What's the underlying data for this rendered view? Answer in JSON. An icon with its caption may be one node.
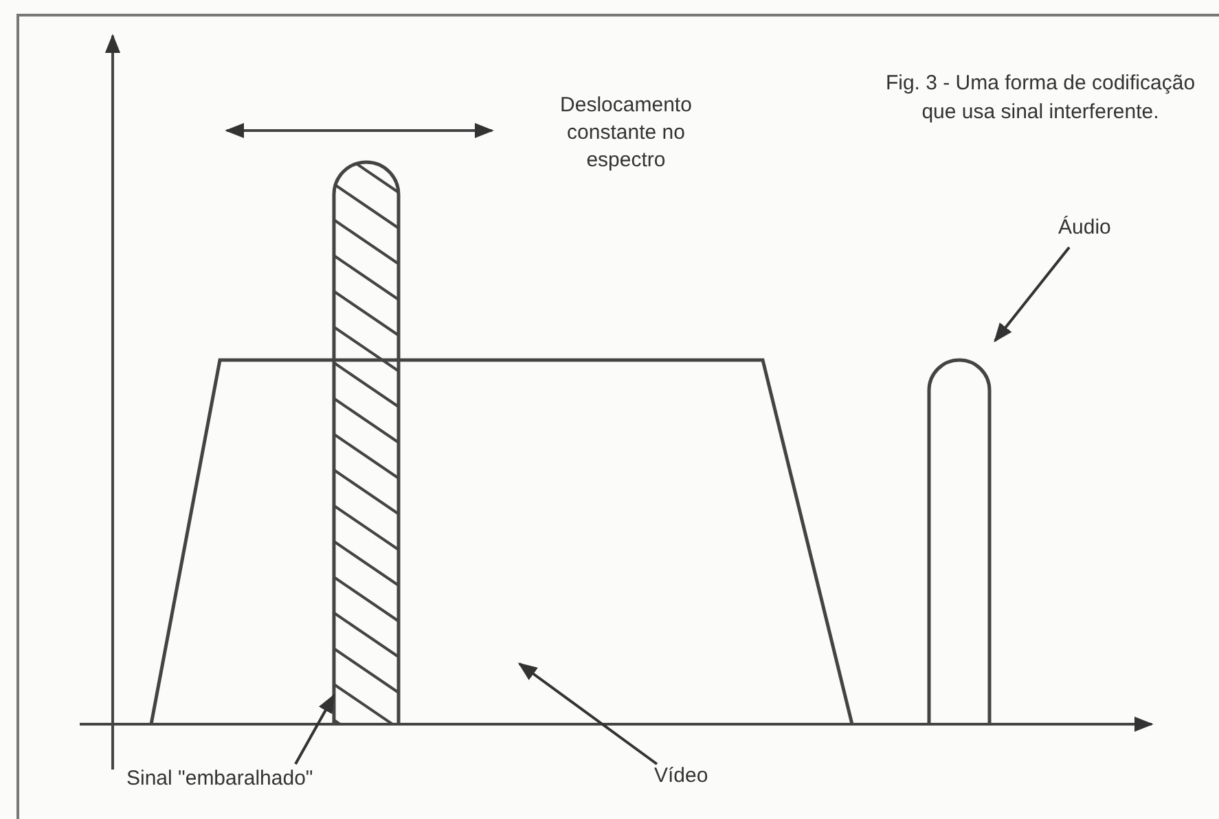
{
  "diagram": {
    "caption": "Fig. 3 - Uma forma de codificação que usa sinal interferente.",
    "nodes": [
      {
        "text": [
          "Áudio"
        ]
      },
      {
        "text": [
          "Sinal \"embaralhado\""
        ]
      },
      {
        "text": [
          "Vídeo"
        ]
      },
      {
        "text": [],
        "shape": "trapezoid"
      },
      {
        "text": [],
        "shape": "bar"
      },
      {
        "text": [],
        "shape": "bar"
      }
    ],
    "edges": [
      {
        "from": 0,
        "to": 5,
        "arrow": "to"
      },
      {
        "from": 1,
        "to": 4,
        "arrow": "to"
      },
      {
        "from": 2,
        "to": 3,
        "arrow": "to"
      }
    ],
    "labels": [
      "Deslocamento constante no espectro"
    ]
  }
}
